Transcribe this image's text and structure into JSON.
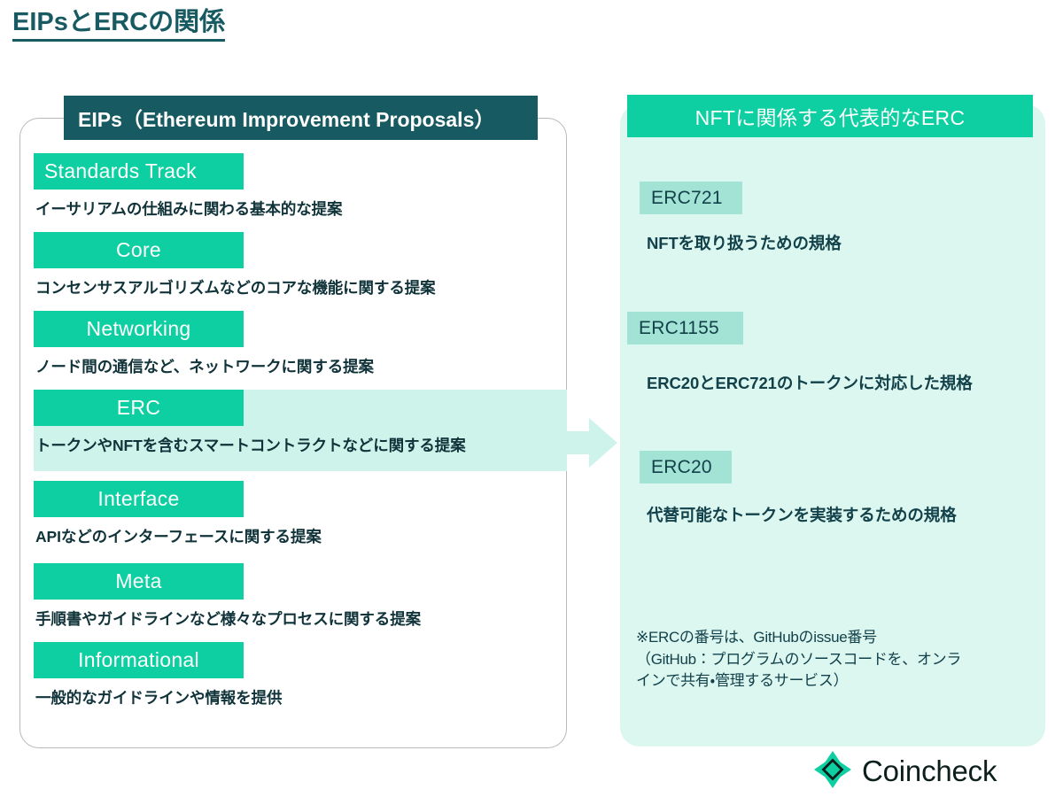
{
  "page": {
    "title": "EIPsとERCの関係"
  },
  "eips_card": {
    "header": "EIPs（Ethereum Improvement Proposals）",
    "items": [
      {
        "chip": "Standards Track",
        "chip_align": "left",
        "desc": "イーサリアムの仕組みに関わる基本的な提案",
        "highlight": false
      },
      {
        "chip": "Core",
        "chip_align": "center",
        "desc": "コンセンサスアルゴリズムなどのコアな機能に関する提案",
        "highlight": false
      },
      {
        "chip": "Networking",
        "chip_align": "center",
        "desc": "ノード間の通信など、ネットワークに関する提案",
        "highlight": false
      },
      {
        "chip": "ERC",
        "chip_align": "center",
        "desc": "トークンやNFTを含むスマートコントラクトなどに関する提案",
        "highlight": true
      },
      {
        "chip": "Interface",
        "chip_align": "center",
        "desc": "APIなどのインターフェースに関する提案",
        "highlight": false
      },
      {
        "chip": "Meta",
        "chip_align": "center",
        "desc": "手順書やガイドラインなど様々なプロセスに関する提案",
        "highlight": false
      },
      {
        "chip": "Informational",
        "chip_align": "center",
        "desc": "一般的なガイドラインや情報を提供",
        "highlight": false
      }
    ]
  },
  "connector": {
    "icon": "right-arrow-icon"
  },
  "erc_panel": {
    "header": "NFTに関係する代表的なERC",
    "items": [
      {
        "badge": "ERC721",
        "desc": "NFTを取り扱うための規格"
      },
      {
        "badge": "ERC1155",
        "desc": "ERC20とERC721のトークンに対応した規格"
      },
      {
        "badge": "ERC20",
        "desc": "代替可能なトークンを実装するための規格"
      }
    ],
    "note_lines": [
      "※ERCの番号は、GitHubのissue番号",
      "（GitHub：プログラムのソースコードを、オンラ",
      "インで共有・管理するサービス）"
    ]
  },
  "brand": {
    "name": "Coincheck",
    "logo_icon": "coincheck-diamond-icon"
  },
  "colors": {
    "dark_teal": "#175A61",
    "mint": "#0DCFA1",
    "panel_bg": "#dcf6f0",
    "badge_bg": "#a3e3d6",
    "highlight_band": "#cdf3ea",
    "text_dark": "#12414a",
    "card_border": "#b9b9b9"
  }
}
